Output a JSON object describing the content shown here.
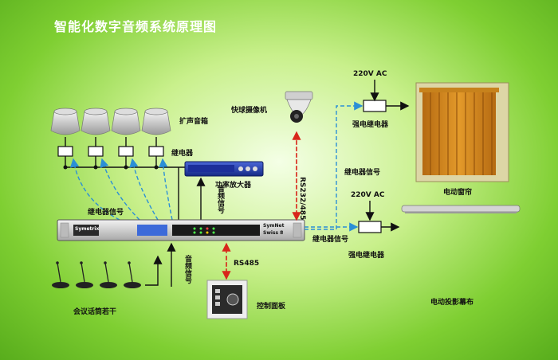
{
  "title": "智能化数字音频系统原理图",
  "labels": {
    "speakers": "扩声音箱",
    "relay_top": "继电器",
    "amplifier": "功率放大器",
    "relay_signal_left": "继电器信号",
    "audio_signal": "音频信号",
    "dome_camera": "快球摄像机",
    "rs232": "RS232/485",
    "voltage_top": "220V AC",
    "strong_relay_top": "强电继电器",
    "relay_signal_right": "继电器信号",
    "curtain": "电动窗帘",
    "voltage_mid": "220V AC",
    "relay_signal_bottom": "继电器信号",
    "strong_relay_bottom": "强电继电器",
    "rs485": "RS485",
    "audio_signal_2": "音频信号",
    "control_panel": "控制面板",
    "mics": "会议话筒若干",
    "projector_screen": "电动投影幕布"
  },
  "device": {
    "brand": "Symetrix",
    "model_line1": "SymNet",
    "model_line2": "Swiss 8"
  },
  "colors": {
    "signal_dashed": "#2b8fd6",
    "rs_dashed": "#d8261b",
    "wire": "#111111"
  }
}
